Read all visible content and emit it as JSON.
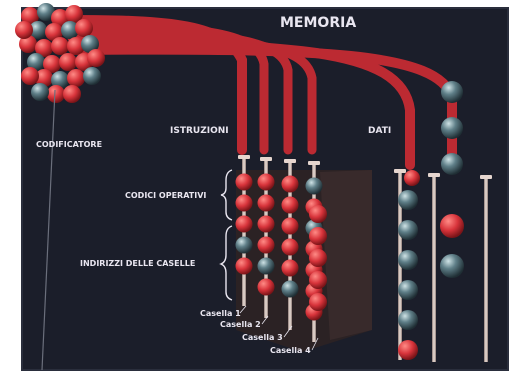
{
  "labels": {
    "memoria": "MEMORIA",
    "codificatore": "CODIFICATORE",
    "istruzioni": "ISTRUZIONI",
    "dati": "DATI",
    "codici_operativi": "CODICI OPERATIVI",
    "indirizzi": "INDIRIZZI DELLE CASELLE",
    "caselle": [
      "Casella 1",
      "Casella 2",
      "Casella 3",
      "Casella 4"
    ]
  },
  "colors": {
    "background": "#1b1e2a",
    "red": "#d8343b",
    "gray": "#4e6a74",
    "pipe": "#c9b8b0"
  },
  "instruction_columns": [
    [
      "red",
      "red",
      "red",
      "gray",
      "red"
    ],
    [
      "red",
      "red",
      "red",
      "red",
      "gray",
      "red"
    ],
    [
      "red",
      "red",
      "red",
      "red",
      "red",
      "gray"
    ],
    [
      "gray",
      "red",
      "gray",
      "red",
      "red",
      "red",
      "red"
    ]
  ],
  "data_columns": [
    [
      "gray",
      "gray",
      "gray",
      "gray",
      "gray",
      "red"
    ],
    [
      "red",
      "gray"
    ]
  ],
  "column_top_balls": [
    "gray",
    "gray",
    "gray"
  ]
}
